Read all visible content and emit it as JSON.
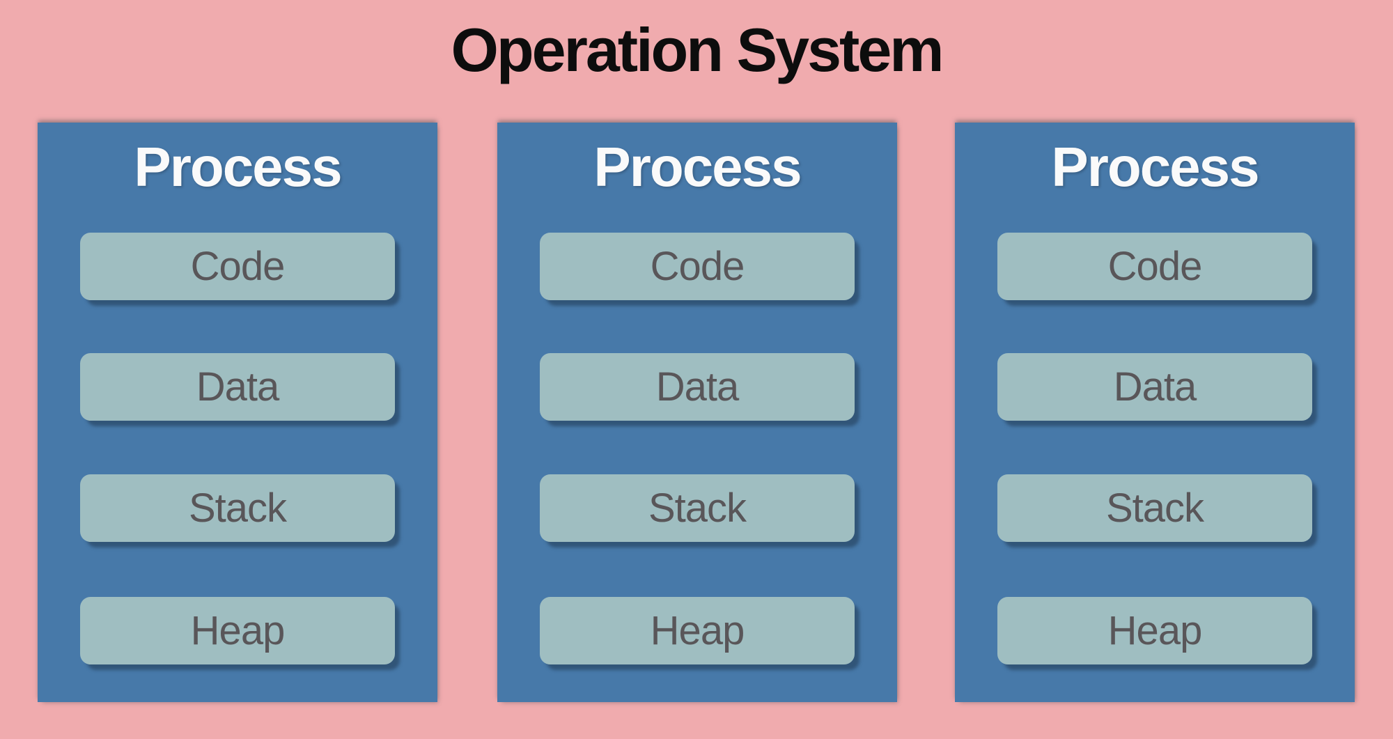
{
  "title": "Operation System",
  "colors": {
    "background": "#f0abae",
    "process_panel": "#4779a9",
    "process_title_text": "#fafafa",
    "segment_fill": "#9fbec1",
    "segment_text": "#595659",
    "title_text": "#0d0d0d"
  },
  "processes": [
    {
      "title": "Process",
      "segments": [
        "Code",
        "Data",
        "Stack",
        "Heap"
      ]
    },
    {
      "title": "Process",
      "segments": [
        "Code",
        "Data",
        "Stack",
        "Heap"
      ]
    },
    {
      "title": "Process",
      "segments": [
        "Code",
        "Data",
        "Stack",
        "Heap"
      ]
    }
  ]
}
